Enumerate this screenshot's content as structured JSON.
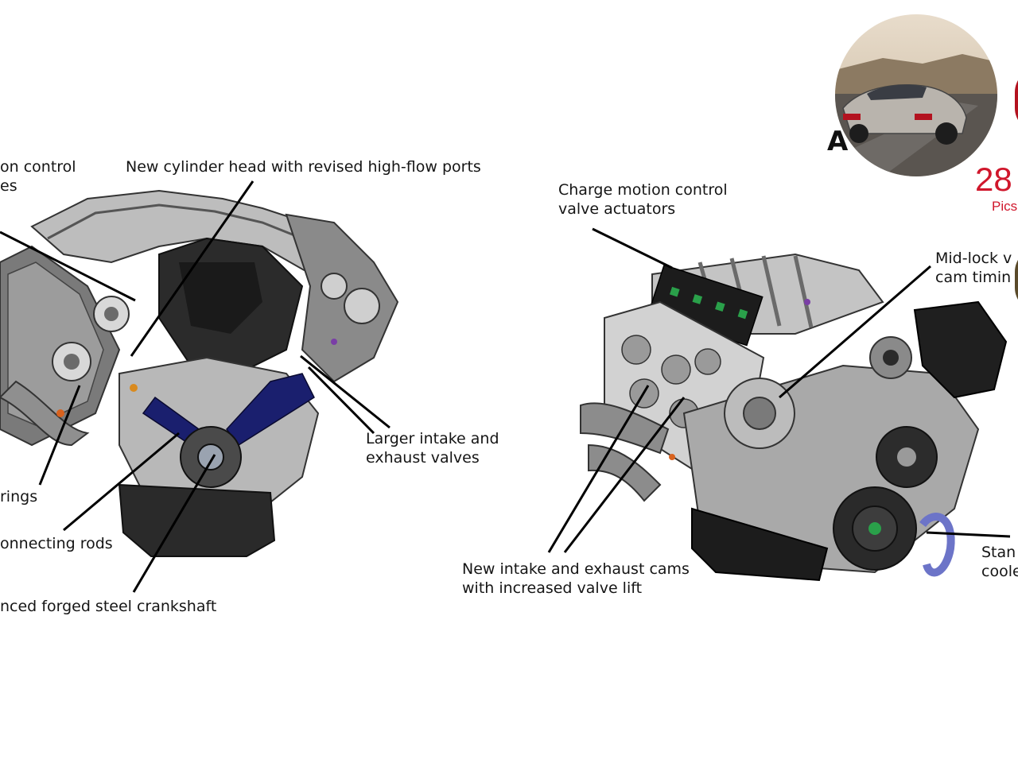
{
  "left_callouts": {
    "charge_motion": "on control\nes",
    "cylinder_head": "New cylinder head with revised high-flow ports",
    "intake_exhaust_valves": "Larger intake and\nexhaust valves",
    "springs": "rings",
    "connecting_rods": "onnecting rods",
    "crankshaft": "nced forged steel crankshaft"
  },
  "right_callouts": {
    "actuators": "Charge motion control\nvalve actuators",
    "cam_timing": "Mid-lock v\ncam timin",
    "cams": "New intake and exhaust cams\nwith increased valve lift",
    "cooler": "Stan\ncoole"
  },
  "gallery": {
    "title": "A        rd",
    "count": "28",
    "pics_label": "Pics"
  },
  "colors": {
    "accent": "#d0172c",
    "engine_metal": "#9a9a9a",
    "engine_dark": "#2a2a2a",
    "rod_blue": "#1a1f6e"
  }
}
